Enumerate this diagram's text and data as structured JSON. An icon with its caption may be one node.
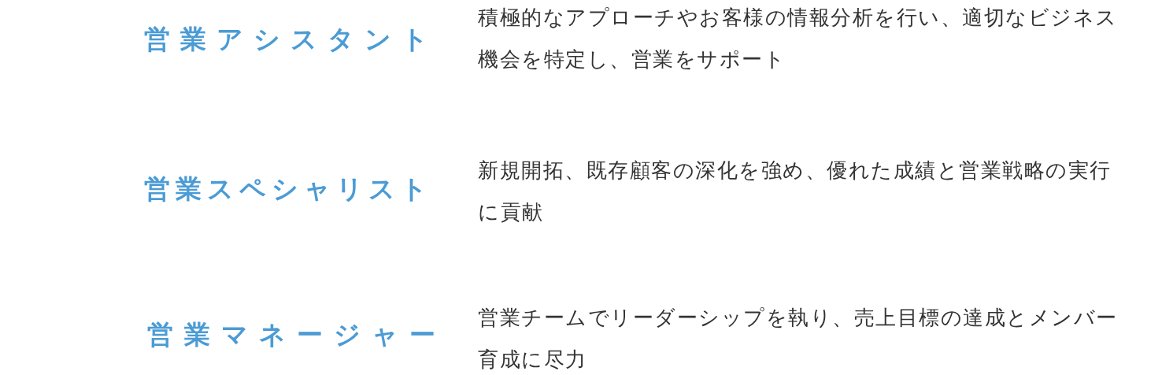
{
  "diagram": {
    "labels": [
      "営業アシスタント",
      "積極的なアプローチやお客様の情報分析を行い、適切なビジネス機会を特定し、営業をサポート",
      "営業スペシャリスト",
      "新規開拓、既存顧客の深化を強め、優れた成績と営業戦略の実行に貢献",
      "営業マネージャー",
      "営業チームでリーダーシップを執り、売上目標の達成とメンバー育成に尽力"
    ]
  }
}
